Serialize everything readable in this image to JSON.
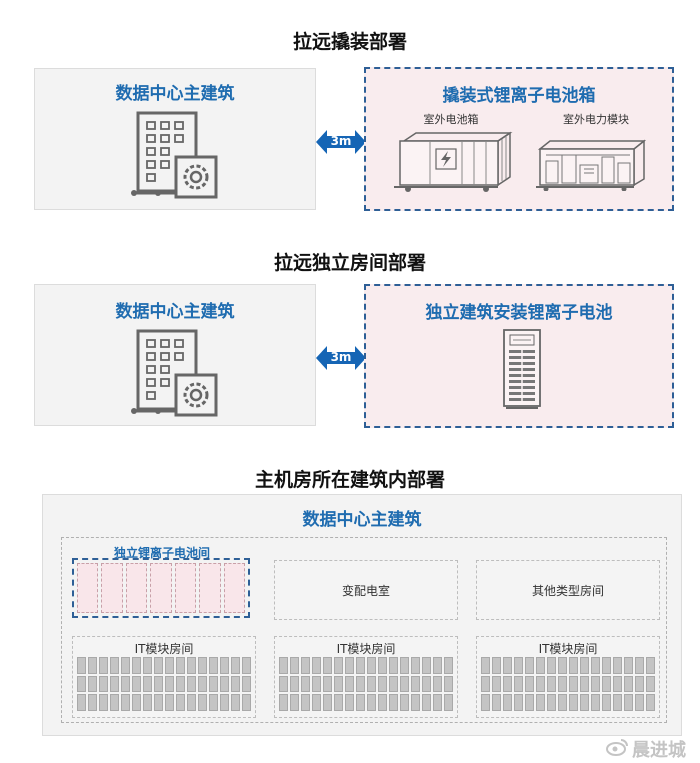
{
  "section1": {
    "title": "拉远撬装部署",
    "left_title": "数据中心主建筑",
    "distance": "3m",
    "right_title": "撬装式锂离子电池箱",
    "label_battery": "室外电池箱",
    "label_power": "室外电力模块"
  },
  "section2": {
    "title": "拉远独立房间部署",
    "left_title": "数据中心主建筑",
    "distance": "3m",
    "right_title": "独立建筑安装锂离子电池"
  },
  "section3": {
    "title": "主机房所在建筑内部署",
    "building_title": "数据中心主建筑",
    "battery_room": "独立锂离子电池间",
    "substation": "变配电室",
    "other_rooms": "其他类型房间",
    "it_rooms": [
      "IT模块房间",
      "IT模块房间",
      "IT模块房间"
    ]
  },
  "watermark": "晨进城",
  "colors": {
    "accent_blue": "#1f6cb0",
    "arrow_blue": "#1565b5",
    "dashed_border": "#2e5f96",
    "pink_fill": "#f9ecee",
    "panel_grey": "#f3f3f3"
  }
}
